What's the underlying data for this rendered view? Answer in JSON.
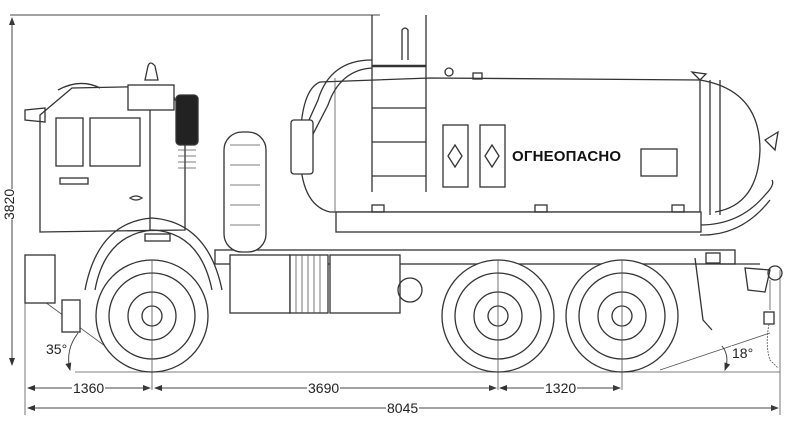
{
  "diagram": {
    "subject": "Vacuum tank truck (6x6 chassis) side elevation",
    "tank_marking": "ОГНЕОПАСНО",
    "dimensions": {
      "overall_height": "3820",
      "front_overhang": "1360",
      "wheelbase_front_to_mid": "3690",
      "rear_axle_spacing": "1320",
      "overall_length": "8045"
    },
    "angles": {
      "approach_angle": "35°",
      "departure_angle": "18°"
    },
    "colors": {
      "line": "#333333",
      "background": "#ffffff"
    }
  }
}
